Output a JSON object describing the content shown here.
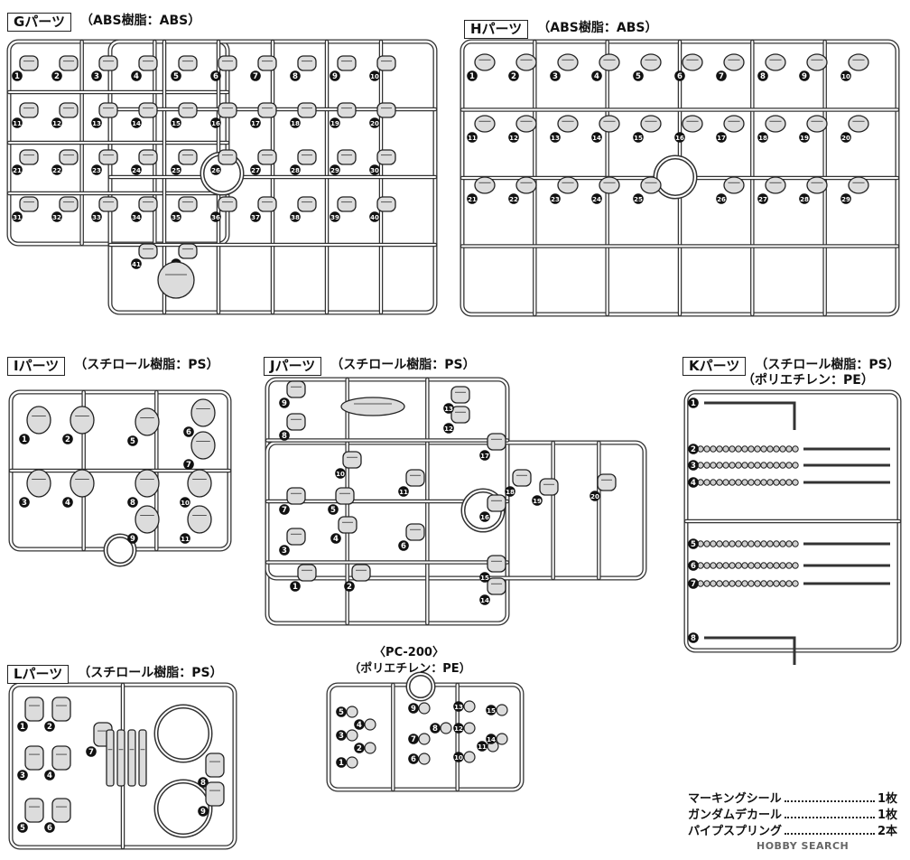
{
  "sprues": [
    {
      "id": "G",
      "label": "Gパーツ",
      "material": "（ABS樹脂：ABS）",
      "parts": [
        "1",
        "2",
        "3",
        "4",
        "5",
        "6",
        "7",
        "8",
        "9",
        "10",
        "11",
        "12",
        "13",
        "14",
        "15",
        "16",
        "17",
        "18",
        "19",
        "20",
        "21",
        "22",
        "23",
        "24",
        "25",
        "26",
        "27",
        "28",
        "29",
        "30",
        "31",
        "32",
        "33",
        "34",
        "35",
        "36",
        "37",
        "38",
        "39",
        "40",
        "41",
        "42"
      ]
    },
    {
      "id": "H",
      "label": "Hパーツ",
      "material": "（ABS樹脂：ABS）",
      "parts": [
        "1",
        "2",
        "3",
        "4",
        "5",
        "6",
        "7",
        "8",
        "9",
        "10",
        "11",
        "12",
        "13",
        "14",
        "15",
        "16",
        "17",
        "18",
        "19",
        "20",
        "21",
        "22",
        "23",
        "24",
        "25",
        "26",
        "27",
        "28",
        "29"
      ]
    },
    {
      "id": "I",
      "label": "Iパーツ",
      "material": "（スチロール樹脂：PS）",
      "parts": [
        "1",
        "2",
        "3",
        "4",
        "5",
        "6",
        "7",
        "8",
        "9",
        "10",
        "11"
      ]
    },
    {
      "id": "J",
      "label": "Jパーツ",
      "material": "（スチロール樹脂：PS）",
      "parts": [
        "1",
        "2",
        "3",
        "4",
        "5",
        "6",
        "7",
        "8",
        "9",
        "10",
        "11",
        "12",
        "13",
        "14",
        "15",
        "16",
        "17",
        "18",
        "19",
        "20"
      ]
    },
    {
      "id": "K",
      "label": "Kパーツ",
      "material": "（スチロール樹脂：PS）",
      "material2": "（ポリエチレン：PE）",
      "parts": [
        "1",
        "2",
        "3",
        "4",
        "5",
        "6",
        "7",
        "8"
      ]
    },
    {
      "id": "L",
      "label": "Lパーツ",
      "material": "（スチロール樹脂：PS）",
      "parts": [
        "1",
        "2",
        "3",
        "4",
        "5",
        "6",
        "7",
        "8",
        "9"
      ]
    }
  ],
  "pc200": {
    "title": "〈PC-200〉",
    "material": "（ポリエチレン：PE）",
    "parts": [
      "1",
      "2",
      "3",
      "4",
      "5",
      "6",
      "7",
      "8",
      "9",
      "10",
      "11",
      "12",
      "13",
      "14",
      "15"
    ]
  },
  "accessories": [
    {
      "name": "マーキングシール",
      "qty": "1枚"
    },
    {
      "name": "ガンダムデカール",
      "qty": "1枚"
    },
    {
      "name": "パイプスプリング",
      "qty": "2本"
    }
  ],
  "watermark": "HOBBY SEARCH"
}
